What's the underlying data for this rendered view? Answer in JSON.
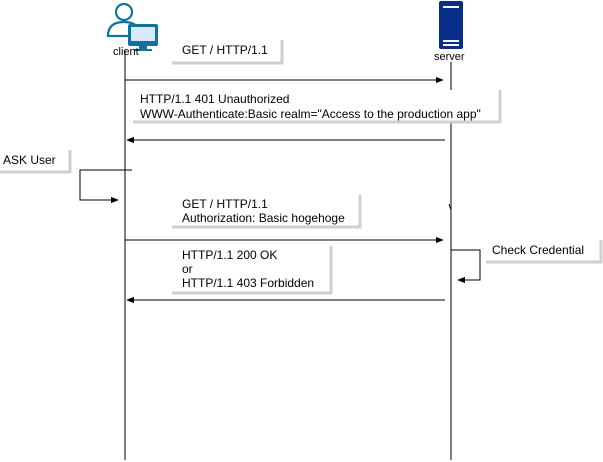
{
  "diagram": {
    "actors": {
      "client": {
        "label": "client"
      },
      "server": {
        "label": "server"
      }
    },
    "messages": [
      {
        "id": "get1",
        "lines": [
          "GET / HTTP/1.1"
        ]
      },
      {
        "id": "unauth",
        "lines": [
          "HTTP/1.1 401 Unauthorized",
          "WWW-Authenticate:Basic realm=\"Access to the production app\""
        ]
      },
      {
        "id": "ask",
        "lines": [
          "ASK User"
        ]
      },
      {
        "id": "get2",
        "lines": [
          "GET / HTTP/1.1",
          "Authorization: Basic hogehoge"
        ]
      },
      {
        "id": "check",
        "lines": [
          "Check Credential"
        ]
      },
      {
        "id": "resp",
        "lines": [
          "HTTP/1.1 200 OK",
          "or",
          "HTTP/1.1 403 Forbidden"
        ]
      }
    ],
    "colors": {
      "line": "#000000",
      "note_border": "#cfcfcf",
      "client_icon": "#10739e",
      "client_icon_light": "#dae8fc",
      "server_icon": "#0a2f8a"
    }
  }
}
